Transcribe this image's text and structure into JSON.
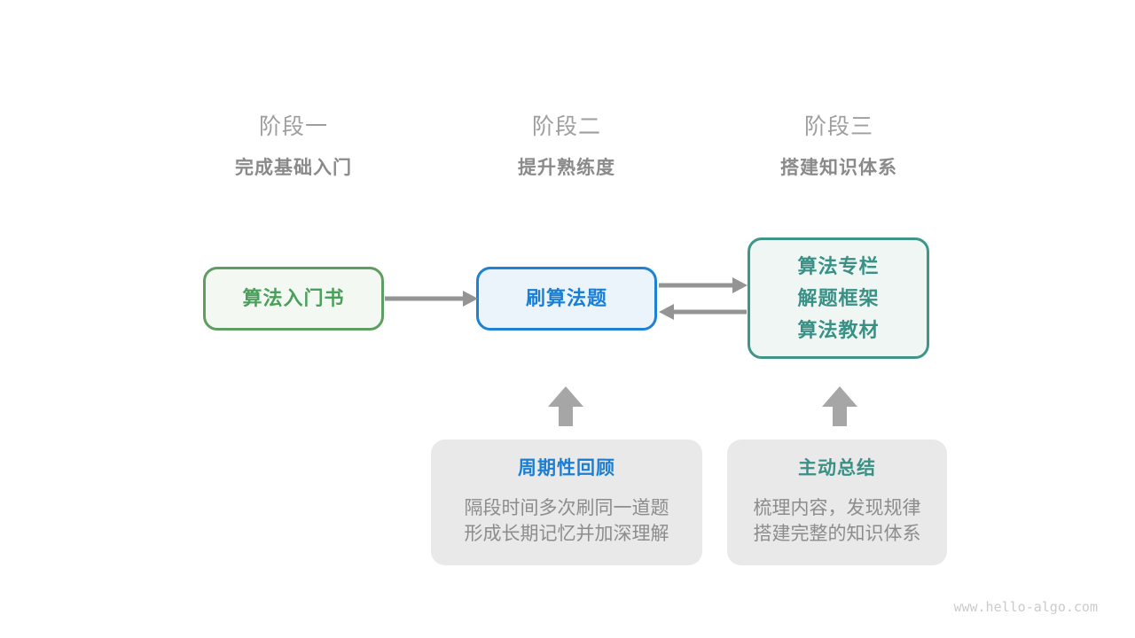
{
  "colors": {
    "stage_label": "#9e9e9e",
    "stage_subtitle": "#8a8a8a",
    "green_border": "#5f9e63",
    "green_bg": "#f3f8f3",
    "green_text": "#4aa05a",
    "blue_border": "#1e81d2",
    "blue_bg": "#ebf4fb",
    "blue_text": "#1a7fd4",
    "teal_border": "#3f9588",
    "teal_bg": "#eff6f3",
    "teal_text": "#399186",
    "arrow": "#949494",
    "up_arrow": "#a6a6a6",
    "note_bg": "#e9e9e9",
    "note_text": "#8c8c8c",
    "watermark": "#cbcbcb"
  },
  "stages": [
    {
      "label": "阶段一",
      "subtitle": "完成基础入门"
    },
    {
      "label": "阶段二",
      "subtitle": "提升熟练度"
    },
    {
      "label": "阶段三",
      "subtitle": "搭建知识体系"
    }
  ],
  "flow": {
    "intro_book": {
      "label": "算法入门书"
    },
    "practice": {
      "label": "刷算法题"
    },
    "resources": {
      "lines": [
        "算法专栏",
        "解题框架",
        "算法教材"
      ]
    }
  },
  "notes": {
    "periodic_review": {
      "title": "周期性回顾",
      "lines": [
        "隔段时间多次刷同一道题",
        "形成长期记忆并加深理解"
      ]
    },
    "active_summary": {
      "title": "主动总结",
      "lines": [
        "梳理内容，发现规律",
        "搭建完整的知识体系"
      ]
    }
  },
  "watermark": "www.hello-algo.com"
}
